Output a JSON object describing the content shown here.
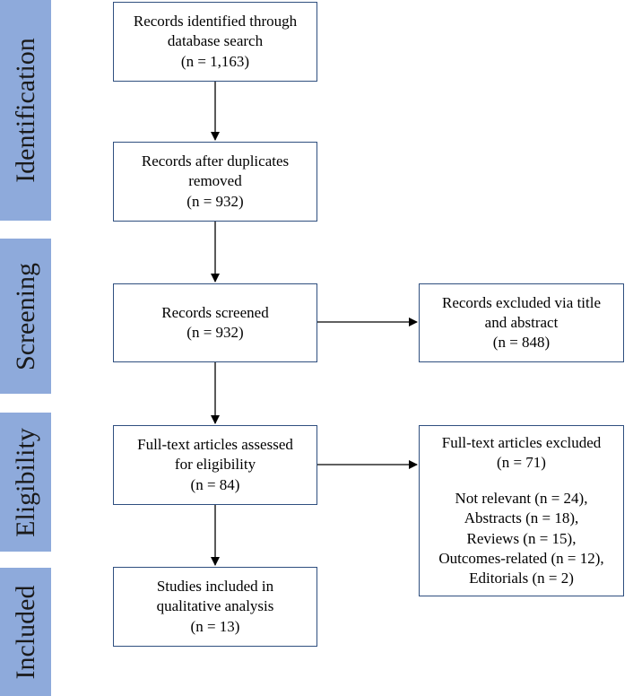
{
  "phases": {
    "identification": "Identification",
    "screening": "Screening",
    "eligibility": "Eligibility",
    "included": "Included"
  },
  "boxes": {
    "identified": {
      "lines": [
        "Records identified through",
        "database search",
        "(n = 1,163)"
      ]
    },
    "deduplicated": {
      "lines": [
        "Records after duplicates",
        "removed",
        "(n = 932)"
      ]
    },
    "screened": {
      "lines": [
        "Records screened",
        "(n = 932)"
      ]
    },
    "excluded_title": {
      "lines": [
        "Records excluded via title",
        "and abstract",
        "(n = 848)"
      ]
    },
    "fulltext": {
      "lines": [
        "Full-text articles assessed",
        "for eligibility",
        "(n = 84)"
      ]
    },
    "fulltext_excluded": {
      "lines": [
        "Full-text articles excluded",
        "(n = 71)"
      ],
      "reasons": [
        "Not relevant (n = 24),",
        "Abstracts (n = 18),",
        "Reviews (n = 15),",
        "Outcomes-related (n = 12),",
        "Editorials (n = 2)"
      ]
    },
    "included": {
      "lines": [
        "Studies included in",
        "qualitative analysis",
        "(n = 13)"
      ]
    }
  }
}
